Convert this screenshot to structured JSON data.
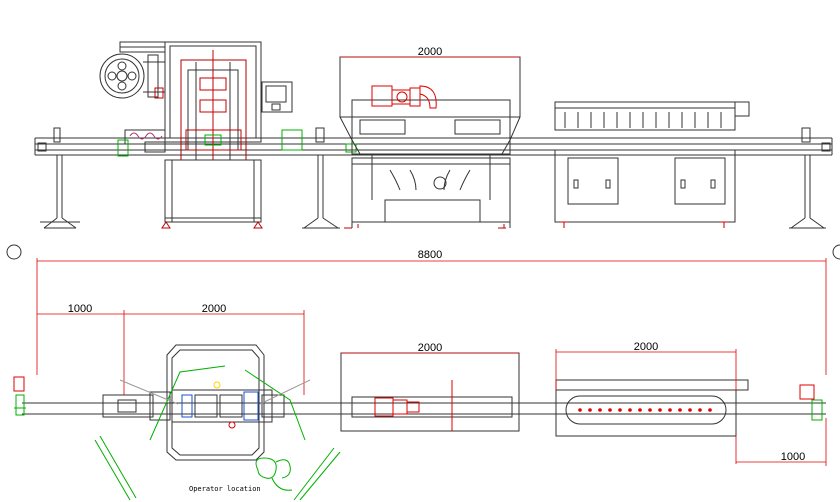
{
  "drawing": {
    "dimensions": {
      "front_heat_tunnel_width": "2000",
      "overall_length": "8800",
      "infeed_conveyor_length": "1000",
      "sleeving_machine_length": "2000",
      "steam_tunnel_length": "2000",
      "dryer_length": "2000",
      "outfeed_conveyor_length": "1000"
    },
    "labels": {
      "operator_location": "Operator location"
    },
    "colors": {
      "outline": "#333333",
      "dimension_line": "#e00000",
      "motor": "#e00000",
      "guard": "#00c000",
      "highlight": "#ffd400"
    }
  }
}
